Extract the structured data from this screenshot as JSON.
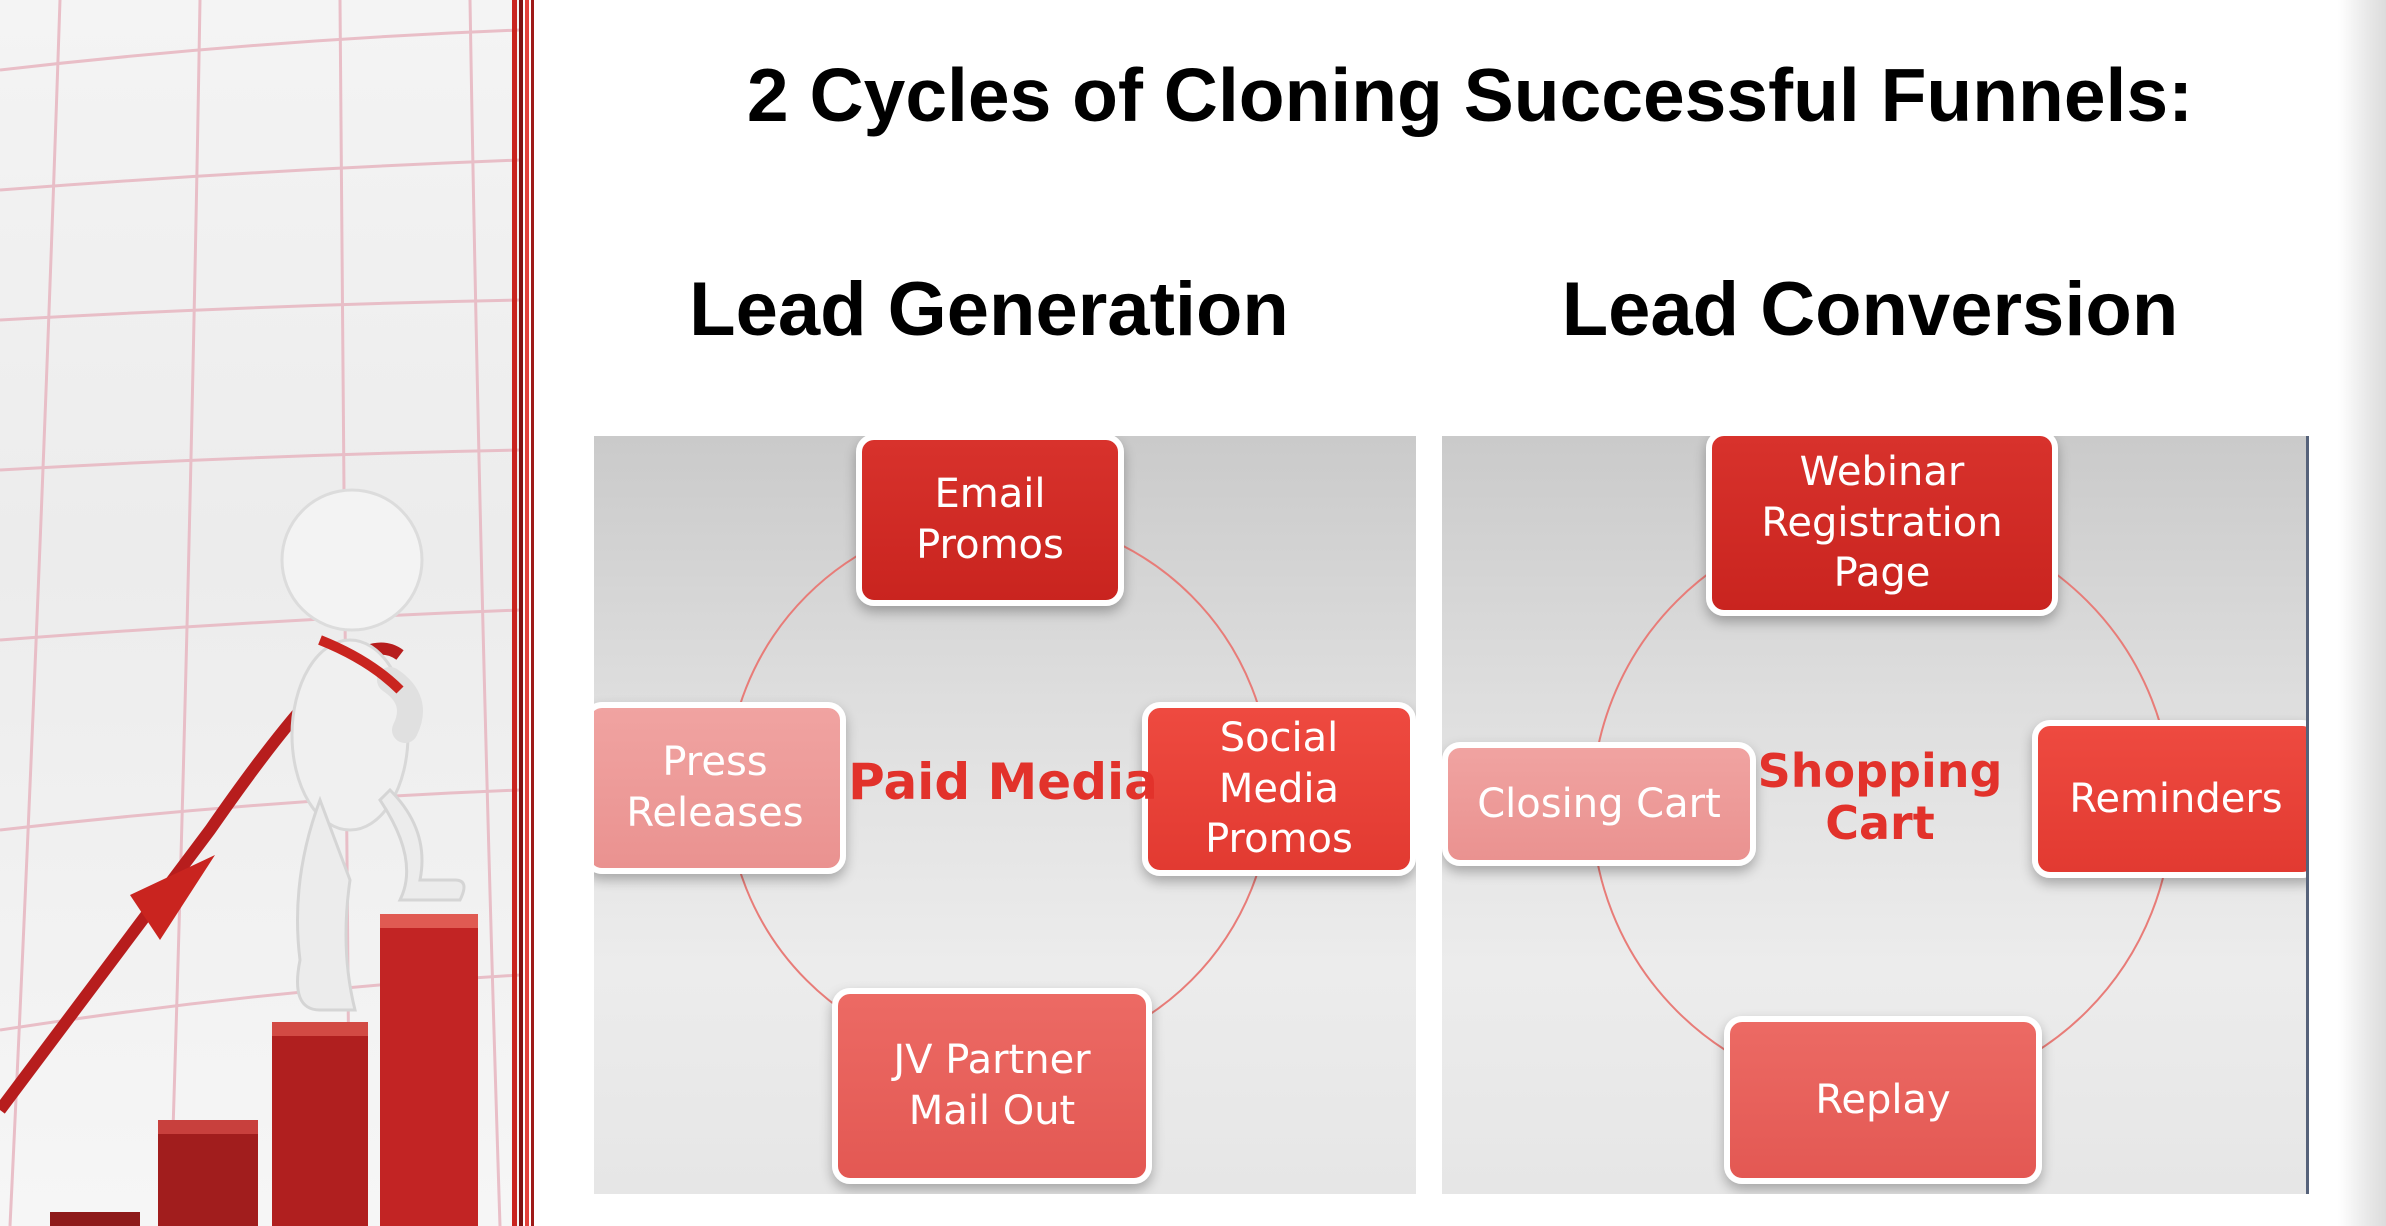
{
  "slide": {
    "title": "2 Cycles of Cloning Successful Funnels:"
  },
  "lead_generation": {
    "heading": "Lead Generation",
    "center": "Paid Media",
    "nodes": {
      "top": "Email\nPromos",
      "right": "Social\nMedia\nPromos",
      "bottom": "JV Partner\nMail Out",
      "left": "Press\nReleases"
    }
  },
  "lead_conversion": {
    "heading": "Lead Conversion",
    "center": "Shopping\nCart",
    "nodes": {
      "top": "Webinar\nRegistration\nPage",
      "right": "Reminders",
      "bottom": "Replay",
      "left": "Closing Cart"
    }
  },
  "colors": {
    "node_dark": "#c9241f",
    "node_mid": "#e23a31",
    "node_soft": "#e35853",
    "node_pale": "#ea9290",
    "center_text": "#e2322b",
    "divider": "#b8201c"
  }
}
